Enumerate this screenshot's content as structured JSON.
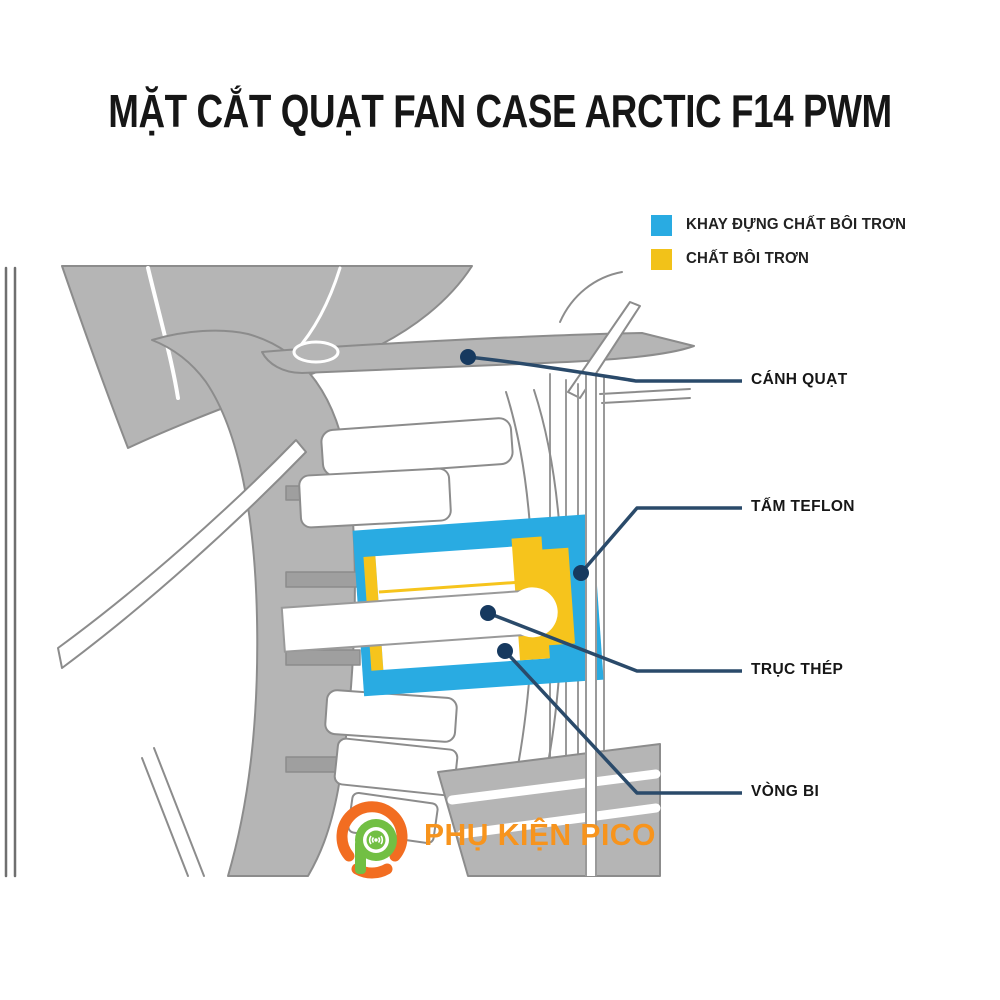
{
  "title": "MẶT CẮT QUẠT FAN CASE ARCTIC F14 PWM",
  "legend": {
    "items": [
      {
        "label": "KHAY ĐỰNG CHẤT BÔI TRƠN",
        "color": "#29abe2",
        "icon": "blue-square-swatch"
      },
      {
        "label": "CHẤT BÔI TRƠN",
        "color": "#f2c219",
        "icon": "yellow-square-swatch"
      }
    ]
  },
  "callouts": [
    {
      "label": "CÁNH QUẠT"
    },
    {
      "label": "TẤM TEFLON"
    },
    {
      "label": "TRỤC THÉP"
    },
    {
      "label": "VÒNG BI"
    }
  ],
  "branding": {
    "name": "PHỤ KIỆN PICO",
    "logo_icon": "pico-p-broadcast-logo",
    "text_color": "#f7941d",
    "logo_orange": "#f26d21",
    "logo_green": "#72bf44"
  },
  "diagram": {
    "subject": "fan-cross-section",
    "colors": {
      "tray_blue": "#29abe2",
      "lubricant_yellow": "#f6c41c",
      "leader_navy": "#2a4a6a",
      "leader_dot_navy": "#16395f",
      "blade_gray": "#b5b5b5",
      "outline_gray": "#8c8c8c"
    }
  }
}
